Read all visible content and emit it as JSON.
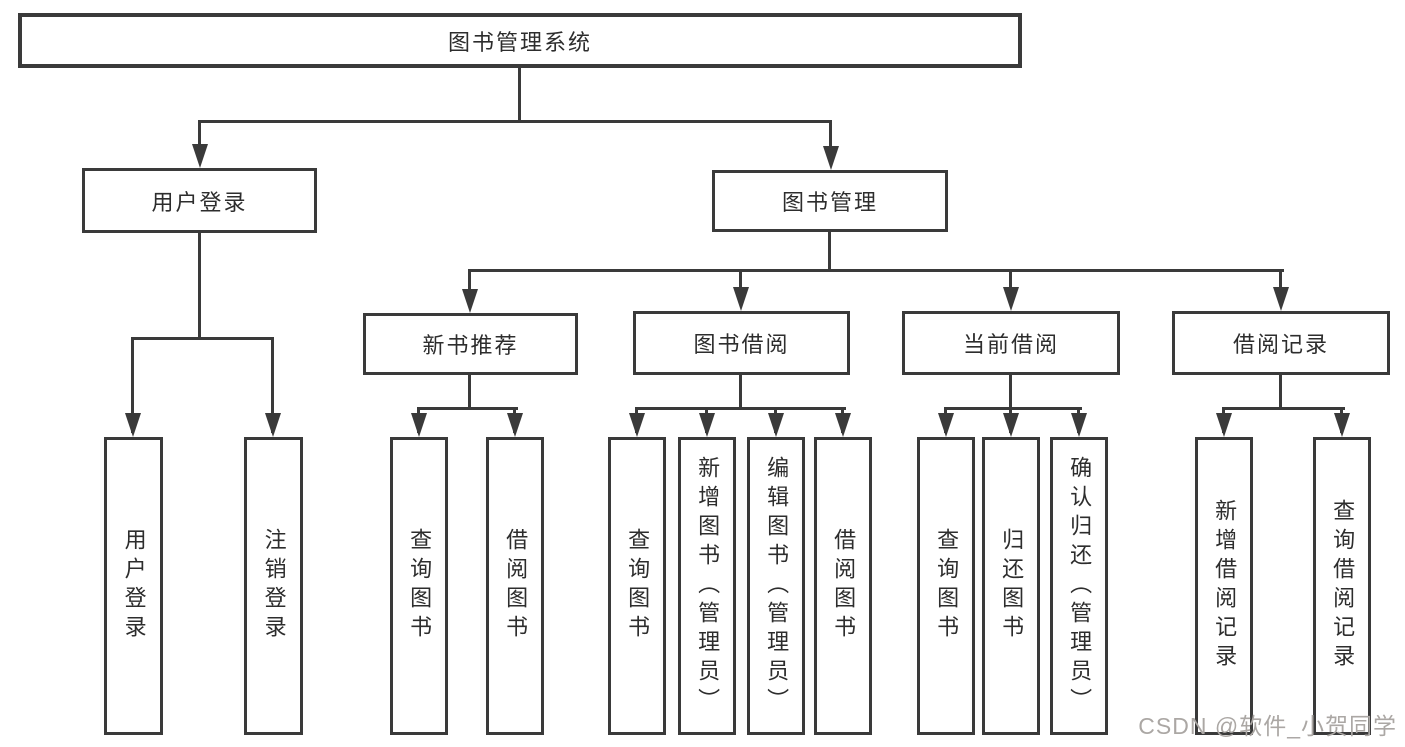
{
  "nodes": {
    "root": "图书管理系统",
    "user_login": "用户登录",
    "book_mgmt": "图书管理",
    "new_book_rec": "新书推荐",
    "book_borrow": "图书借阅",
    "current_borrow": "当前借阅",
    "borrow_record": "借阅记录",
    "leaf_user_login": "用户登录",
    "leaf_logout": "注销登录",
    "leaf_query_book_rec": "查询图书",
    "leaf_borrow_book_rec": "借阅图书",
    "leaf_query_book_borrow": "查询图书",
    "leaf_add_book_admin": "新增图书（管理员）",
    "leaf_edit_book_admin": "编辑图书（管理员）",
    "leaf_borrow_book_borrow": "借阅图书",
    "leaf_query_book_current": "查询图书",
    "leaf_return_book": "归还图书",
    "leaf_confirm_return_admin": "确认归还（管理员）",
    "leaf_add_borrow_record": "新增借阅记录",
    "leaf_query_borrow_record": "查询借阅记录"
  },
  "watermark": "CSDN @软件_小贺同学",
  "colors": {
    "line": "#3a3a3a",
    "text": "#2d2d2d",
    "background": "#ffffff",
    "watermark": "#aba7a4"
  }
}
